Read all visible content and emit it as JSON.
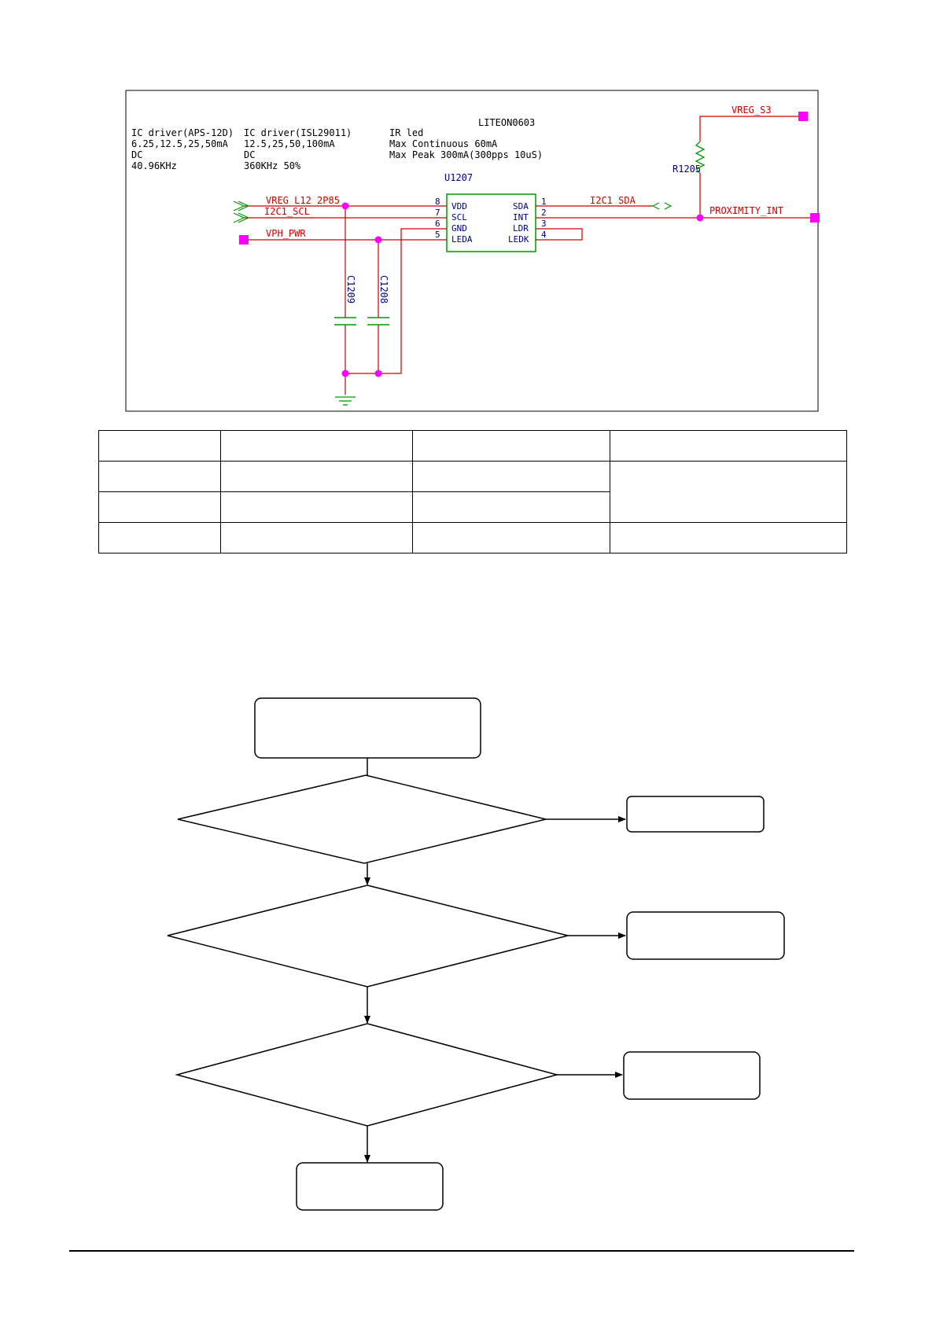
{
  "schematic": {
    "notes": [
      {
        "lines": [
          "IC driver(APS-12D)",
          "6.25,12.5,25,50mA",
          "DC",
          "40.96KHz"
        ]
      },
      {
        "lines": [
          "IC driver(ISL29011)",
          "12.5,25,50,100mA",
          "DC",
          "360KHz 50%"
        ]
      },
      {
        "lines": [
          "IR led",
          "Max Continuous 60mA",
          "Max Peak 300mA(300pps 10uS)"
        ]
      }
    ],
    "part_name": "LITEON0603",
    "ref_des": "U1207",
    "pins_left": [
      {
        "num": "8",
        "name": "VDD"
      },
      {
        "num": "7",
        "name": "SCL"
      },
      {
        "num": "6",
        "name": "GND"
      },
      {
        "num": "5",
        "name": "LEDA"
      }
    ],
    "pins_right": [
      {
        "num": "1",
        "name": "SDA"
      },
      {
        "num": "2",
        "name": "INT"
      },
      {
        "num": "3",
        "name": "LDR"
      },
      {
        "num": "4",
        "name": "LEDK"
      }
    ],
    "nets": {
      "vreg_l12": "VREG_L12_2P85",
      "i2c_scl": "I2C1_SCL",
      "vph_pwr": "VPH_PWR",
      "i2c_sda": "I2C1_SDA",
      "proximity_int": "PROXIMITY_INT",
      "vreg_s3": "VREG_S3"
    },
    "resistor": "R1205",
    "cap1": "C1209",
    "cap2": "C1208",
    "colors": {
      "wire": "#cc0000",
      "part": "#009900",
      "pin_text": "#000080",
      "junction": "#ff00ff",
      "net_text": "#cc0000"
    }
  }
}
